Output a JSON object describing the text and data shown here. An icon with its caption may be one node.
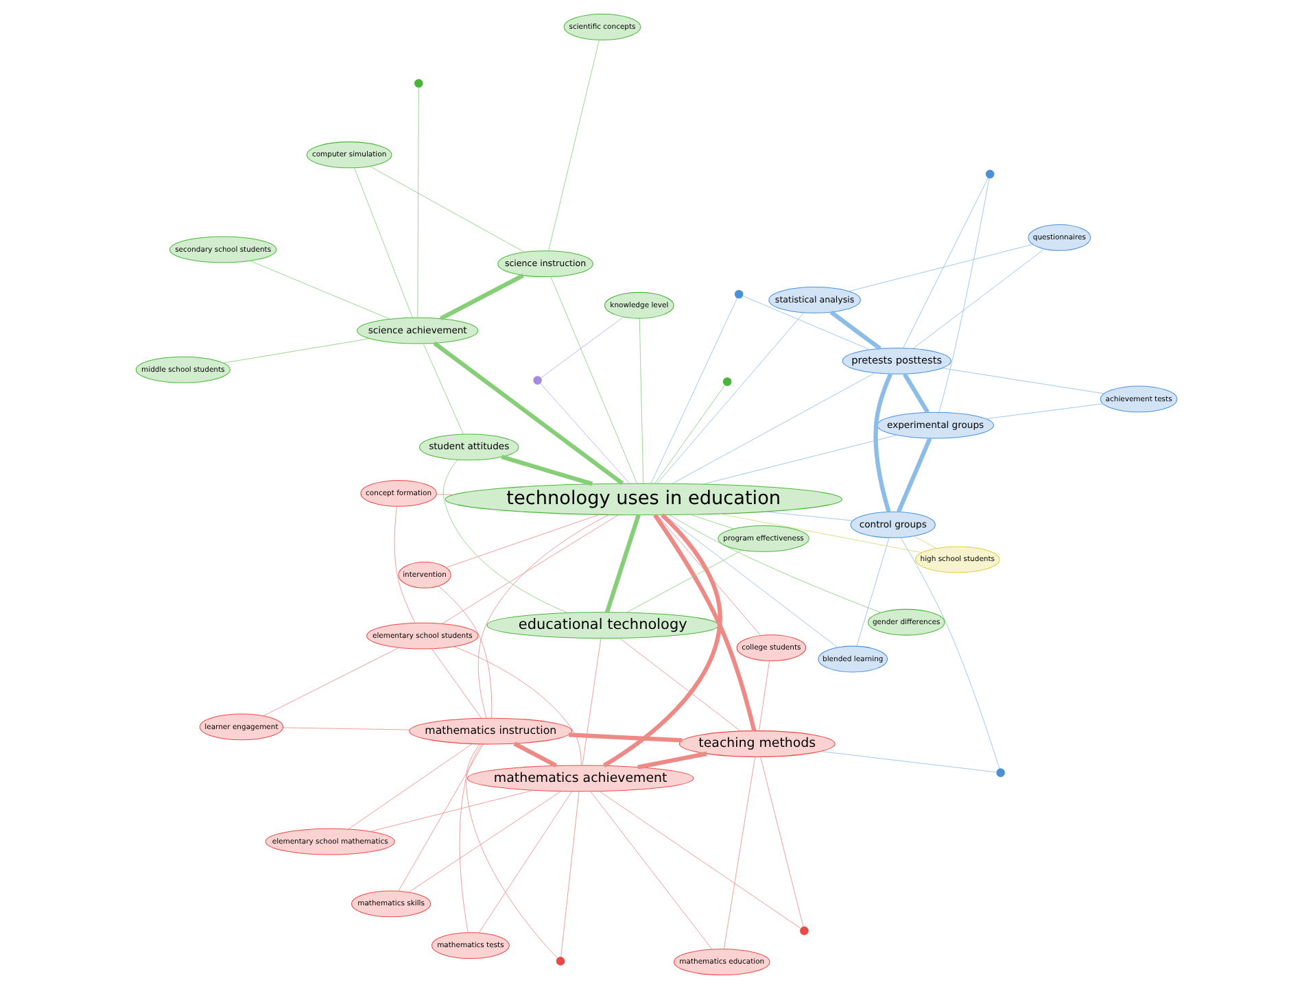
{
  "diagram": {
    "nodes": [
      {
        "text": [
          "elementary school mathematics"
        ]
      },
      {
        "text": [],
        "shape": "circle"
      },
      {
        "text": [
          "mathematics skills"
        ]
      },
      {
        "text": [
          "learner engagement"
        ]
      },
      {
        "text": [
          "mathematics tests"
        ]
      },
      {
        "text": [
          "mathematics education"
        ]
      },
      {
        "text": [
          "mathematics instruction"
        ]
      },
      {
        "text": [
          "blended learning"
        ]
      },
      {
        "text": [
          "elementary school students"
        ]
      },
      {
        "text": [],
        "shape": "circle"
      },
      {
        "text": [
          "mathematics achievement"
        ]
      },
      {
        "text": [
          "intervention"
        ]
      },
      {
        "text": [
          "control groups"
        ]
      },
      {
        "text": [
          "high school students"
        ]
      },
      {
        "text": [
          "concept formation"
        ]
      },
      {
        "text": [],
        "shape": "circle"
      },
      {
        "text": [
          "teaching methods"
        ]
      },
      {
        "text": [
          "college students"
        ]
      },
      {
        "text": [
          "educational technology"
        ]
      },
      {
        "text": [],
        "shape": "circle"
      },
      {
        "text": [
          "experimental groups"
        ]
      },
      {
        "text": [],
        "shape": "circle"
      },
      {
        "text": [
          "technology uses in education"
        ]
      },
      {
        "text": [],
        "shape": "circle"
      },
      {
        "text": [],
        "shape": "circle"
      },
      {
        "text": [
          "knowledge level"
        ]
      },
      {
        "text": [
          "achievement tests"
        ]
      },
      {
        "text": [
          "pretests posttests"
        ]
      },
      {
        "text": [
          "program effectiveness"
        ]
      },
      {
        "text": [
          "gender differences"
        ]
      },
      {
        "text": [
          "statistical analysis"
        ]
      },
      {
        "text": [],
        "shape": "circle"
      },
      {
        "text": [
          "student attitudes"
        ]
      },
      {
        "text": [
          "questionnaires"
        ]
      },
      {
        "text": [
          "science instruction"
        ]
      },
      {
        "text": [
          "scientific concepts"
        ]
      },
      {
        "text": [
          "science achievement"
        ]
      },
      {
        "text": [
          "secondary school students"
        ]
      },
      {
        "text": [
          "middle school students"
        ]
      },
      {
        "text": [
          "computer simulation"
        ]
      }
    ],
    "edges": [
      {
        "from": 0,
        "to": 6,
        "arrow": "none",
        "color": "#ee8a86"
      },
      {
        "from": 0,
        "to": 10,
        "arrow": "none",
        "color": "#ee8a86"
      },
      {
        "from": 1,
        "to": 6,
        "arrow": "none",
        "color": "#ee8a86"
      },
      {
        "from": 1,
        "to": 10,
        "arrow": "none",
        "color": "#ee8a86"
      },
      {
        "from": 2,
        "to": 10,
        "arrow": "none",
        "color": "#ee8a86"
      },
      {
        "from": 2,
        "to": 6,
        "arrow": "none",
        "color": "#ee8a86"
      },
      {
        "from": 3,
        "to": 6,
        "arrow": "none",
        "color": "#ee8a86"
      },
      {
        "from": 3,
        "to": 8,
        "arrow": "none",
        "color": "#ee8a86"
      },
      {
        "from": 4,
        "to": 10,
        "arrow": "none",
        "color": "#ee8a86"
      },
      {
        "from": 4,
        "to": 6,
        "arrow": "none",
        "color": "#ee8a86"
      },
      {
        "from": 5,
        "to": 10,
        "arrow": "none",
        "color": "#ee8a86"
      },
      {
        "from": 5,
        "to": 16,
        "arrow": "none",
        "color": "#ee8a86"
      },
      {
        "from": 6,
        "to": 10,
        "arrow": "none",
        "style": "thick",
        "color": "#ee8a86"
      },
      {
        "from": 6,
        "to": 16,
        "arrow": "none",
        "style": "thick",
        "color": "#ee8a86"
      },
      {
        "from": 6,
        "to": 8,
        "arrow": "none",
        "color": "#ee8a86"
      },
      {
        "from": 6,
        "to": 22,
        "arrow": "none",
        "color": "#ee8a86"
      },
      {
        "from": 8,
        "to": 10,
        "arrow": "none",
        "color": "#ee8a86"
      },
      {
        "from": 8,
        "to": 22,
        "arrow": "none",
        "color": "#ee8a86"
      },
      {
        "from": 9,
        "to": 10,
        "arrow": "none",
        "color": "#ee8a86"
      },
      {
        "from": 9,
        "to": 16,
        "arrow": "none",
        "color": "#ee8a86"
      },
      {
        "from": 10,
        "to": 16,
        "arrow": "none",
        "style": "thick",
        "color": "#ee8a86"
      },
      {
        "from": 10,
        "to": 22,
        "arrow": "none",
        "style": "thick",
        "color": "#ee8a86"
      },
      {
        "from": 10,
        "to": 18,
        "arrow": "none",
        "color": "#ee8a86"
      },
      {
        "from": 11,
        "to": 6,
        "arrow": "none",
        "color": "#ee8a86"
      },
      {
        "from": 11,
        "to": 22,
        "arrow": "none",
        "color": "#ee8a86"
      },
      {
        "from": 14,
        "to": 8,
        "arrow": "none",
        "color": "#ee8a86"
      },
      {
        "from": 14,
        "to": 22,
        "arrow": "none",
        "color": "#ee8a86"
      },
      {
        "from": 16,
        "to": 22,
        "arrow": "none",
        "style": "thick",
        "color": "#ee8a86"
      },
      {
        "from": 16,
        "to": 18,
        "arrow": "none",
        "color": "#ee8a86"
      },
      {
        "from": 17,
        "to": 16,
        "arrow": "none",
        "color": "#ee8a86"
      },
      {
        "from": 17,
        "to": 22,
        "arrow": "none",
        "color": "#ee8a86"
      },
      {
        "from": 7,
        "to": 12,
        "arrow": "none",
        "color": "#8cbde6"
      },
      {
        "from": 7,
        "to": 22,
        "arrow": "none",
        "color": "#8cbde6"
      },
      {
        "from": 12,
        "to": 20,
        "arrow": "none",
        "style": "thick",
        "color": "#8cbde6"
      },
      {
        "from": 12,
        "to": 27,
        "arrow": "none",
        "style": "thick",
        "color": "#8cbde6"
      },
      {
        "from": 12,
        "to": 22,
        "arrow": "none",
        "color": "#8cbde6"
      },
      {
        "from": 15,
        "to": 16,
        "arrow": "none",
        "color": "#8cbde6"
      },
      {
        "from": 15,
        "to": 12,
        "arrow": "none",
        "color": "#8cbde6"
      },
      {
        "from": 19,
        "to": 20,
        "arrow": "none",
        "color": "#8cbde6"
      },
      {
        "from": 19,
        "to": 27,
        "arrow": "none",
        "color": "#8cbde6"
      },
      {
        "from": 20,
        "to": 27,
        "arrow": "none",
        "style": "thick",
        "color": "#8cbde6"
      },
      {
        "from": 20,
        "to": 22,
        "arrow": "none",
        "color": "#8cbde6"
      },
      {
        "from": 21,
        "to": 27,
        "arrow": "none",
        "color": "#8cbde6"
      },
      {
        "from": 21,
        "to": 22,
        "arrow": "none",
        "color": "#8cbde6"
      },
      {
        "from": 26,
        "to": 27,
        "arrow": "none",
        "color": "#8cbde6"
      },
      {
        "from": 26,
        "to": 20,
        "arrow": "none",
        "color": "#8cbde6"
      },
      {
        "from": 27,
        "to": 30,
        "arrow": "none",
        "style": "thick",
        "color": "#8cbde6"
      },
      {
        "from": 27,
        "to": 22,
        "arrow": "none",
        "color": "#8cbde6"
      },
      {
        "from": 30,
        "to": 22,
        "arrow": "none",
        "color": "#8cbde6"
      },
      {
        "from": 33,
        "to": 30,
        "arrow": "none",
        "color": "#8cbde6"
      },
      {
        "from": 33,
        "to": 27,
        "arrow": "none",
        "color": "#8cbde6"
      },
      {
        "from": 13,
        "to": 12,
        "arrow": "none",
        "color": "#d8d870"
      },
      {
        "from": 13,
        "to": 22,
        "arrow": "none",
        "color": "#d8d870"
      },
      {
        "from": 18,
        "to": 22,
        "arrow": "none",
        "style": "thick",
        "color": "#86cf78"
      },
      {
        "from": 23,
        "to": 22,
        "arrow": "none",
        "color": "#86cf78"
      },
      {
        "from": 25,
        "to": 22,
        "arrow": "none",
        "color": "#86cf78"
      },
      {
        "from": 28,
        "to": 22,
        "arrow": "none",
        "color": "#86cf78"
      },
      {
        "from": 28,
        "to": 18,
        "arrow": "none",
        "color": "#86cf78"
      },
      {
        "from": 29,
        "to": 22,
        "arrow": "none",
        "color": "#86cf78"
      },
      {
        "from": 31,
        "to": 36,
        "arrow": "none",
        "color": "#86cf78"
      },
      {
        "from": 32,
        "to": 22,
        "arrow": "none",
        "style": "thick",
        "color": "#86cf78"
      },
      {
        "from": 32,
        "to": 18,
        "arrow": "none",
        "color": "#86cf78"
      },
      {
        "from": 34,
        "to": 22,
        "arrow": "none",
        "color": "#86cf78"
      },
      {
        "from": 34,
        "to": 36,
        "arrow": "none",
        "style": "thick",
        "color": "#86cf78"
      },
      {
        "from": 35,
        "to": 34,
        "arrow": "none",
        "color": "#86cf78"
      },
      {
        "from": 36,
        "to": 22,
        "arrow": "none",
        "style": "thick",
        "color": "#86cf78"
      },
      {
        "from": 36,
        "to": 32,
        "arrow": "none",
        "color": "#86cf78"
      },
      {
        "from": 37,
        "to": 36,
        "arrow": "none",
        "color": "#86cf78"
      },
      {
        "from": 38,
        "to": 36,
        "arrow": "none",
        "color": "#86cf78"
      },
      {
        "from": 39,
        "to": 36,
        "arrow": "none",
        "color": "#86cf78"
      },
      {
        "from": 39,
        "to": 34,
        "arrow": "none",
        "color": "#86cf78"
      },
      {
        "from": 24,
        "to": 22,
        "arrow": "none",
        "color": "#b9a6e8"
      },
      {
        "from": 24,
        "to": 25,
        "arrow": "none",
        "color": "#b9a6e8"
      }
    ]
  }
}
